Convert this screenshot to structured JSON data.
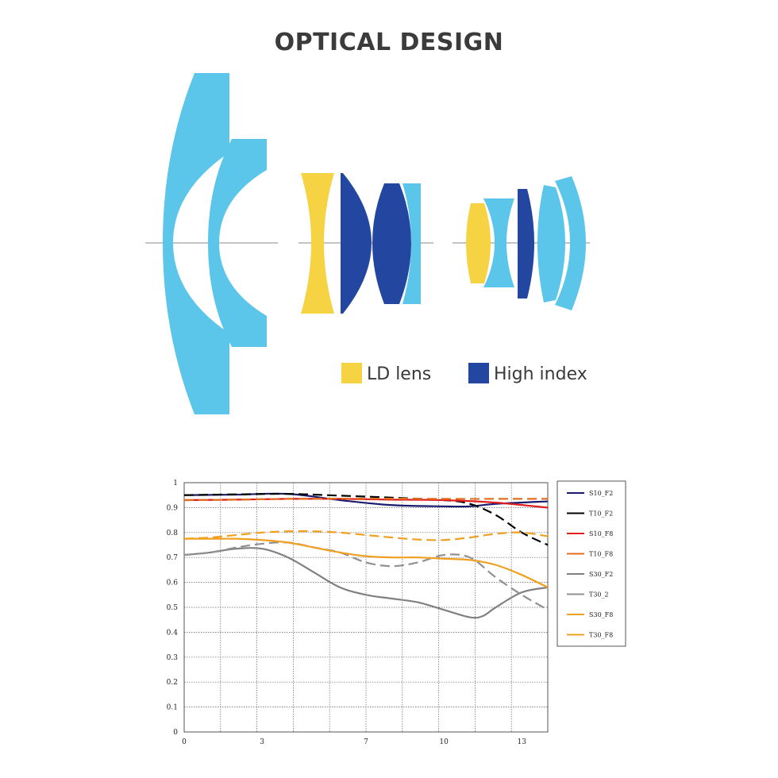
{
  "title": "OPTICAL DESIGN",
  "lens_legend": {
    "ld_label": "LD lens",
    "high_index_label": "High index"
  },
  "colors": {
    "light_blue": "#5bc5ea",
    "ld_yellow": "#f5d343",
    "high_index_blue": "#2346a0",
    "axis_gray": "#888888"
  },
  "chart_data": {
    "type": "line",
    "xlim": [
      0,
      14
    ],
    "ylim": [
      0,
      1
    ],
    "x_tick_labels": [
      "0",
      "3",
      "7",
      "10",
      "13"
    ],
    "x_tick_values": [
      0,
      3,
      7,
      10,
      13
    ],
    "y_tick_labels": [
      "0",
      "0.1",
      "0.2",
      "0.3",
      "0.4",
      "0.5",
      "0.6",
      "0.7",
      "0.8",
      "0.9",
      "1"
    ],
    "y_tick_values": [
      0,
      0.1,
      0.2,
      0.3,
      0.4,
      0.5,
      0.6,
      0.7,
      0.8,
      0.9,
      1
    ],
    "grid": true,
    "legend_position": "right",
    "series": [
      {
        "name": "S10_F2",
        "color": "#1a1a6e",
        "dash": false,
        "x": [
          0,
          2,
          4,
          6,
          8,
          10,
          11,
          12,
          14
        ],
        "y": [
          0.95,
          0.952,
          0.955,
          0.93,
          0.91,
          0.905,
          0.905,
          0.915,
          0.925
        ]
      },
      {
        "name": "T10_F2",
        "color": "#000000",
        "dash": true,
        "x": [
          0,
          2,
          4,
          6,
          8,
          10,
          11,
          12,
          13,
          14
        ],
        "y": [
          0.95,
          0.953,
          0.955,
          0.948,
          0.94,
          0.93,
          0.915,
          0.87,
          0.8,
          0.75
        ]
      },
      {
        "name": "S10_F8",
        "color": "#e02020",
        "dash": false,
        "x": [
          0,
          2,
          4,
          6,
          8,
          10,
          12,
          14
        ],
        "y": [
          0.93,
          0.932,
          0.935,
          0.935,
          0.932,
          0.93,
          0.92,
          0.9
        ]
      },
      {
        "name": "T10_F8",
        "color": "#e07020",
        "dash": true,
        "x": [
          0,
          2,
          4,
          6,
          8,
          10,
          12,
          14
        ],
        "y": [
          0.93,
          0.932,
          0.935,
          0.936,
          0.936,
          0.935,
          0.935,
          0.935
        ]
      },
      {
        "name": "S30_F2",
        "color": "#808080",
        "dash": false,
        "x": [
          0,
          1,
          2,
          3,
          4,
          5,
          6,
          7,
          8,
          9,
          10,
          11,
          11.5,
          12,
          13,
          14
        ],
        "y": [
          0.71,
          0.72,
          0.735,
          0.735,
          0.7,
          0.64,
          0.58,
          0.55,
          0.535,
          0.52,
          0.49,
          0.46,
          0.465,
          0.5,
          0.56,
          0.58
        ]
      },
      {
        "name": "T30_2",
        "color": "#909090",
        "dash": true,
        "x": [
          0,
          1,
          2,
          3,
          4,
          5,
          6,
          7,
          8,
          9,
          10,
          11,
          12,
          13,
          14
        ],
        "y": [
          0.71,
          0.72,
          0.74,
          0.755,
          0.76,
          0.74,
          0.72,
          0.68,
          0.665,
          0.68,
          0.71,
          0.7,
          0.62,
          0.55,
          0.49
        ]
      },
      {
        "name": "S30_F8",
        "color": "#f0a020",
        "dash": false,
        "x": [
          0,
          1,
          2,
          3,
          4,
          5,
          6,
          7,
          8,
          9,
          10,
          11,
          12,
          13,
          14
        ],
        "y": [
          0.775,
          0.775,
          0.775,
          0.77,
          0.76,
          0.74,
          0.72,
          0.705,
          0.7,
          0.7,
          0.695,
          0.69,
          0.67,
          0.63,
          0.58
        ]
      },
      {
        "name": "T30_F8",
        "color": "#f0a020",
        "dash": true,
        "x": [
          0,
          1,
          2,
          3,
          4,
          5,
          6,
          7,
          8,
          9,
          10,
          11,
          12,
          13,
          14
        ],
        "y": [
          0.775,
          0.78,
          0.79,
          0.8,
          0.805,
          0.805,
          0.8,
          0.79,
          0.78,
          0.772,
          0.77,
          0.78,
          0.795,
          0.8,
          0.785
        ]
      }
    ]
  }
}
